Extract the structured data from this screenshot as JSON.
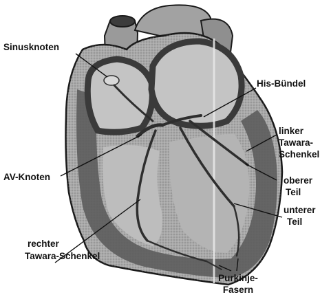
{
  "diagram": {
    "labels": {
      "sinusknoten": "Sinusknoten",
      "his_buendel": "His-Bündel",
      "linker_l1": "linker",
      "linker_l2": "Tawara-",
      "linker_l3": "Schenkel",
      "av_knoten": "AV-Knoten",
      "oberer_l1": "oberer",
      "oberer_l2": "Teil",
      "unterer_l1": "unterer",
      "unterer_l2": "Teil",
      "rechter_l1": "rechter",
      "rechter_l2": "Tawara-Schenkel",
      "purkinje_l1": "Purkinje-",
      "purkinje_l2": "Fasern"
    },
    "colors": {
      "outline": "#1a1a1a",
      "tissue": "#a9a9a9",
      "wall": "#5c5c5c",
      "chamber": "#c4c4c4",
      "conduction": "#2e2e2e"
    }
  }
}
